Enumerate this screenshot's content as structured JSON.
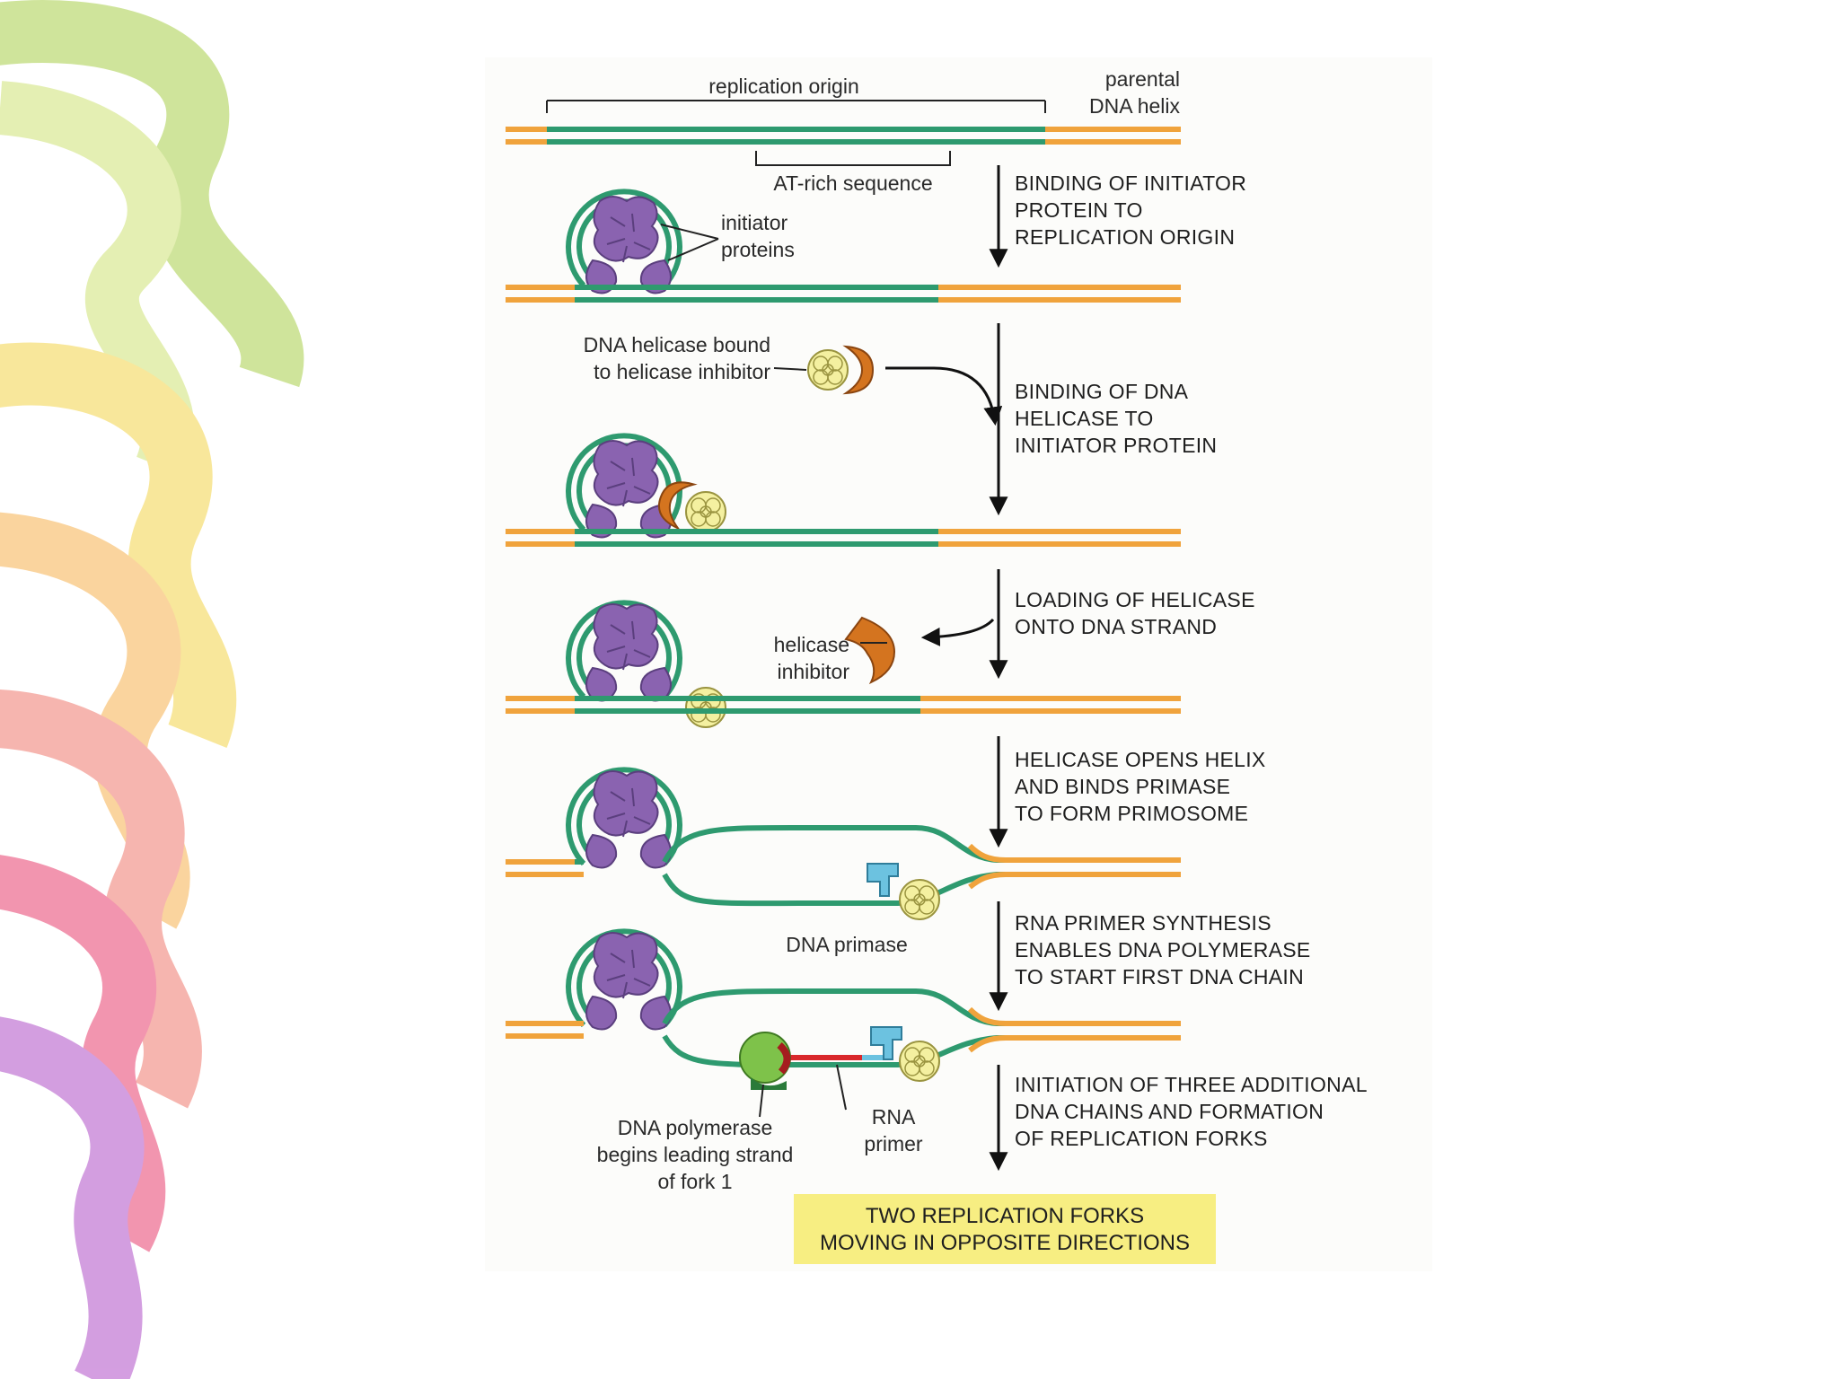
{
  "colors": {
    "orange_strand": "#f0a33c",
    "green_strand": "#2e9a6f",
    "initiator": "#8a63b0",
    "helicase": "#f4f0a0",
    "inhibitor": "#d4741f",
    "primase": "#6cc2e0",
    "polymerase": "#7ec24a",
    "rna_primer": "#d9282b",
    "final_box": "#f7ee82"
  },
  "labels": {
    "replication_origin": "replication origin",
    "parental_1": "parental",
    "parental_2": "DNA helix",
    "at_rich": "AT-rich sequence",
    "initiator_1": "initiator",
    "initiator_2": "proteins",
    "helicase_bound_1": "DNA helicase bound",
    "helicase_bound_2": "to helicase inhibitor",
    "helicase_inhibitor_1": "helicase",
    "helicase_inhibitor_2": "inhibitor",
    "dna_primase": "DNA primase",
    "rna_primer_1": "RNA",
    "rna_primer_2": "primer",
    "polymerase_1": "DNA polymerase",
    "polymerase_2": "begins leading strand",
    "polymerase_3": "of fork 1"
  },
  "steps": [
    {
      "l1": "BINDING OF INITIATOR",
      "l2": "PROTEIN TO",
      "l3": "REPLICATION ORIGIN"
    },
    {
      "l1": "BINDING OF DNA",
      "l2": "HELICASE TO",
      "l3": "INITIATOR PROTEIN"
    },
    {
      "l1": "LOADING OF HELICASE",
      "l2": "ONTO DNA STRAND",
      "l3": ""
    },
    {
      "l1": "HELICASE OPENS HELIX",
      "l2": "AND BINDS PRIMASE",
      "l3": "TO FORM PRIMOSOME"
    },
    {
      "l1": "RNA PRIMER SYNTHESIS",
      "l2": "ENABLES DNA POLYMERASE",
      "l3": "TO START FIRST DNA CHAIN"
    },
    {
      "l1": "INITIATION OF THREE ADDITIONAL",
      "l2": "DNA CHAINS AND FORMATION",
      "l3": "OF REPLICATION FORKS"
    }
  ],
  "final": {
    "l1": "TWO REPLICATION FORKS",
    "l2": "MOVING IN OPPOSITE DIRECTIONS"
  }
}
